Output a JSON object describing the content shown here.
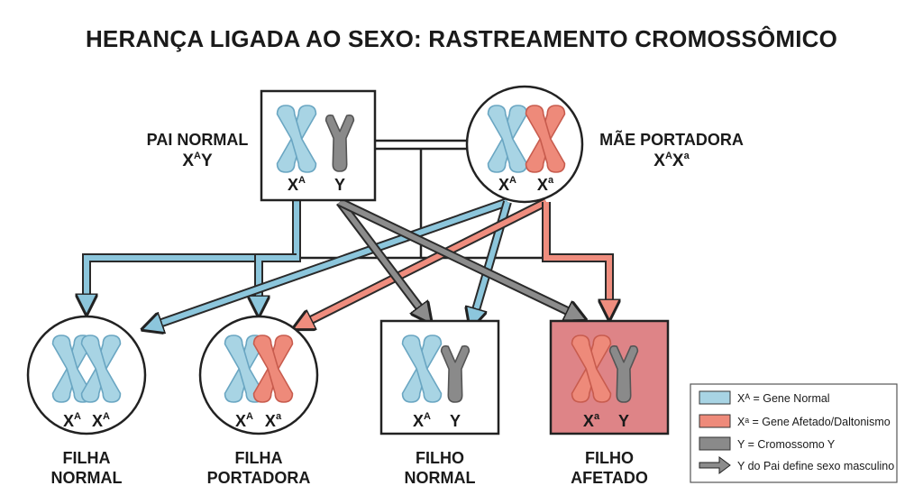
{
  "title": "HERANÇA LIGADA AO SEXO: RASTREAMENTO CROMOSSÔMICO",
  "colors": {
    "normal": "#a8d4e4",
    "normal_stroke": "#6aa6c2",
    "affected": "#ee8a7a",
    "affected_stroke": "#c85c4e",
    "y_chrom": "#8a8a8a",
    "y_stroke": "#555555",
    "arrow_blue": "#8cc6dc",
    "arrow_red": "#ef8d7e",
    "arrow_gray": "#8c8c8c",
    "affected_box_fill": "#de8487"
  },
  "parents": {
    "father": {
      "label": "PAI NORMAL",
      "genotype": {
        "b1": "X",
        "s1": "A",
        "b2": "Y"
      },
      "genes": [
        {
          "b": "X",
          "s": "A"
        },
        {
          "b": "Y",
          "s": ""
        }
      ],
      "icons": [
        "x-normal-chromosome",
        "y-chromosome"
      ]
    },
    "mother": {
      "label": "MÃE PORTADORA",
      "genotype": {
        "b1": "X",
        "s1": "A",
        "b2": "X",
        "s2": "a"
      },
      "genes": [
        {
          "b": "X",
          "s": "A"
        },
        {
          "b": "X",
          "s": "a"
        }
      ],
      "icons": [
        "x-normal-chromosome",
        "x-affected-chromosome"
      ]
    }
  },
  "children": [
    {
      "id": "daughter-normal",
      "label_line1": "FILHA",
      "label_line2": "NORMAL",
      "shape": "circle",
      "genes": [
        {
          "b": "X",
          "s": "A"
        },
        {
          "b": "X",
          "s": "A"
        }
      ]
    },
    {
      "id": "daughter-carrier",
      "label_line1": "FILHA",
      "label_line2": "PORTADORA",
      "shape": "circle",
      "genes": [
        {
          "b": "X",
          "s": "A"
        },
        {
          "b": "X",
          "s": "a"
        }
      ]
    },
    {
      "id": "son-normal",
      "label_line1": "FILHO",
      "label_line2": "NORMAL",
      "shape": "square",
      "genes": [
        {
          "b": "X",
          "s": "A"
        },
        {
          "b": "Y",
          "s": ""
        }
      ]
    },
    {
      "id": "son-affected",
      "label_line1": "FILHO",
      "label_line2": "AFETADO",
      "shape": "square",
      "affected": true,
      "genes": [
        {
          "b": "X",
          "s": "a"
        },
        {
          "b": "Y",
          "s": ""
        }
      ]
    }
  ],
  "legend": [
    {
      "icon": "blue-swatch",
      "text": "Xᴬ = Gene Normal"
    },
    {
      "icon": "red-swatch",
      "text": "Xᵃ = Gene Afetado/Daltonismo"
    },
    {
      "icon": "gray-swatch",
      "text": "Y = Cromossomo Y"
    },
    {
      "icon": "gray-arrow",
      "text": "Y do Pai define sexo masculino"
    }
  ]
}
